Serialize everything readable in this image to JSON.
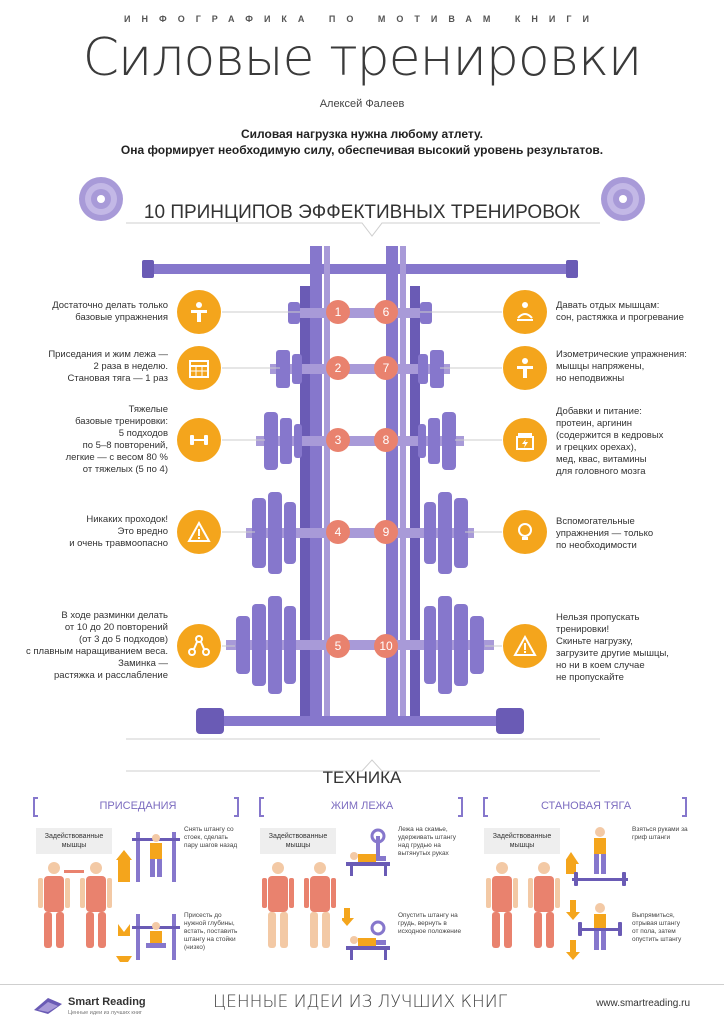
{
  "header": {
    "kicker": "ИНФОГРАФИКА ПО МОТИВАМ КНИГИ",
    "title": "Силовые тренировки",
    "author": "Алексей Фалеев",
    "lead_line1": "Силовая нагрузка нужна любому атлету.",
    "lead_line2": "Она формирует необходимую силу, обеспечивая высокий уровень результатов."
  },
  "principles": {
    "title": "10 ПРИНЦИПОВ ЭФФЕКТИВНЫХ ТРЕНИРОВОК",
    "left": [
      {
        "num": "1",
        "icon": "person-arms-icon",
        "lines": [
          "Достаточно делать только",
          "базовые упражнения"
        ]
      },
      {
        "num": "2",
        "icon": "calendar-icon",
        "lines": [
          "Приседания и жим лежа —",
          "2 раза в неделю.",
          "Становая тяга — 1 раз"
        ]
      },
      {
        "num": "3",
        "icon": "dumbbell-icon",
        "lines": [
          "Тяжелые",
          "базовые тренировки:",
          "5 подходов",
          "по 5–8 повторений,",
          "легкие — с весом 80 %",
          "от тяжелых (5 по 4)"
        ]
      },
      {
        "num": "4",
        "icon": "warning-icon",
        "lines": [
          "Никаких проходок!",
          "Это вредно",
          "и очень травмоопасно"
        ]
      },
      {
        "num": "5",
        "icon": "share-nodes-icon",
        "lines": [
          "В ходе разминки делать",
          "от 10 до 20 повторений",
          "(от 3 до 5 подходов)",
          "с плавным наращиванием веса.",
          "Заминка —",
          "растяжка и расслабление"
        ]
      }
    ],
    "right": [
      {
        "num": "6",
        "icon": "meditation-icon",
        "lines": [
          "Давать отдых мышцам:",
          "сон, растяжка и прогревание"
        ]
      },
      {
        "num": "7",
        "icon": "person-static-icon",
        "lines": [
          "Изометрические упражнения:",
          "мышцы напряжены,",
          "но неподвижны"
        ]
      },
      {
        "num": "8",
        "icon": "supplement-jar-icon",
        "lines": [
          "Добавки и питание:",
          "протеин, аргинин",
          "(содержится в кедровых",
          "и грецких орехах),",
          "мед, квас, витамины",
          "для головного мозга"
        ]
      },
      {
        "num": "9",
        "icon": "lightbulb-icon",
        "lines": [
          "Вспомогательные",
          "упражнения — только",
          "по необходимости"
        ]
      },
      {
        "num": "10",
        "icon": "warning-icon",
        "lines": [
          "Нельзя пропускать",
          "тренировки!",
          "Скиньте нагрузку,",
          "загрузите другие мышцы,",
          "но ни в коем случае",
          "не пропускайте"
        ]
      }
    ]
  },
  "technique": {
    "title": "ТЕХНИКА",
    "columns": [
      {
        "name": "ПРИСЕДАНИЯ",
        "muscles": "Задействованные мышцы",
        "step1": "Снять штангу со стоек, сделать пару шагов назад",
        "step2": "Присесть до нужной глубины, встать, поставить штангу на стойки (низко)"
      },
      {
        "name": "ЖИМ ЛЕЖА",
        "muscles": "Задействованные мышцы",
        "step1": "Лежа на скамье, удерживать штангу над грудью на вытянутых руках",
        "step2": "Опустить штангу на грудь, вернуть в исходное положение"
      },
      {
        "name": "СТАНОВАЯ ТЯГА",
        "muscles": "Задействованные мышцы",
        "step1": "Взяться руками за гриф штанги",
        "step2": "Выпрямиться, отрывая штангу от пола, затем опустить штангу"
      }
    ]
  },
  "footer": {
    "brand": "Smart Reading",
    "tagline": "Ценные идеи из лучших книг",
    "slogan": "ЦЕННЫЕ ИДЕИ ИЗ ЛУЧШИХ КНИГ",
    "url": "www.smartreading.ru"
  },
  "colors": {
    "purple": "#8677cc",
    "purple_dark": "#6a5bb5",
    "orange": "#f4a51c",
    "salmon": "#e9826e"
  }
}
